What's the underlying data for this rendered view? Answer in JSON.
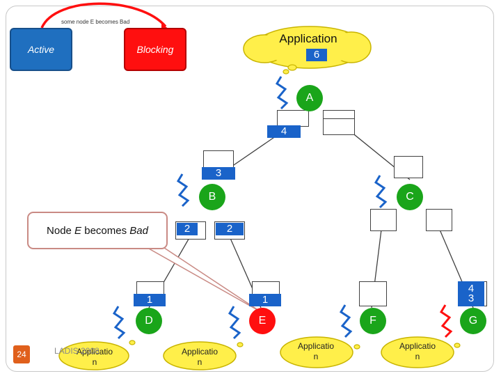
{
  "states": {
    "active_label": "Active",
    "blocking_label": "Blocking",
    "transition_note": "some node E becomes Bad"
  },
  "top_application": {
    "label": "Application",
    "value": "6"
  },
  "nodes": {
    "a": "A",
    "b": "B",
    "c": "C",
    "d": "D",
    "e": "E",
    "f": "F",
    "g": "G"
  },
  "counters": {
    "a": "4",
    "b": "3",
    "b_left": "2",
    "b_right": "2",
    "d": "1",
    "e": "1",
    "g_top": "4",
    "g_bottom": "3"
  },
  "callout": {
    "prefix": "Node ",
    "italic_node": "E",
    "middle": " becomes ",
    "italic_state": "Bad"
  },
  "leaf_applications": {
    "d_line1": "Applicatio",
    "d_line2": "n",
    "e_line1": "Applicatio",
    "e_line2": "n",
    "f_line1": "Applicatio",
    "f_line2": "n",
    "g_line1": "Applicatio",
    "g_line2": "n"
  },
  "footer": {
    "slide_number": "24",
    "text": "LADIS 2008"
  },
  "colors": {
    "active": "#1f6fbf",
    "blocking": "#ff0f0f",
    "node_good": "#1aa51a",
    "node_bad": "#ff0f0f",
    "counter_box": "#1a63c9",
    "cloud_fill": "#ffef4a",
    "cloud_stroke": "#c8b400",
    "accent": "#e0601c"
  },
  "icons": [
    "curved-arrow-icon",
    "cloud-icon",
    "squiggle-icon",
    "tree-edge-lines"
  ]
}
